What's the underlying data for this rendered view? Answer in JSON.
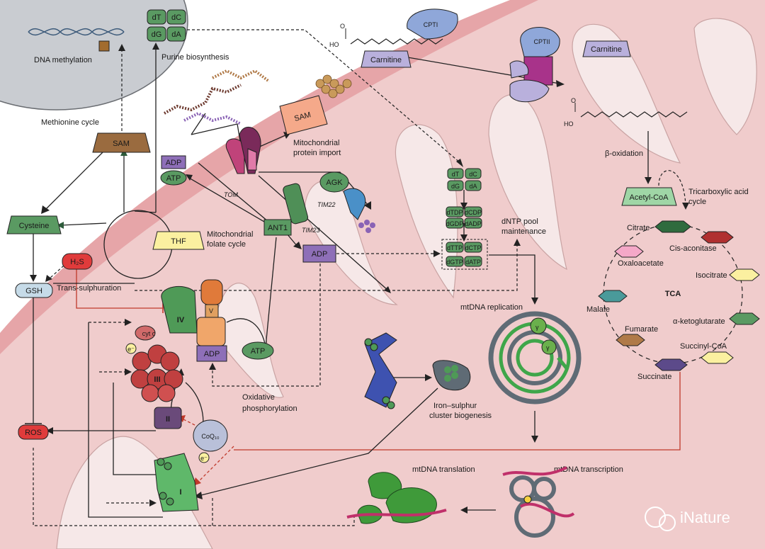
{
  "colors": {
    "cytoplasm": "#ffffff",
    "outer_membrane": "#e6a5a8",
    "matrix": "#f0cccc",
    "cristae": "#f6e8e8",
    "nucleus": "#c9ccd1",
    "green_box": "#5a9a62",
    "purple_box": "#8e6fb8",
    "yellow_box": "#fbf0a0",
    "brown_box": "#9a6b3f",
    "red_box": "#e03b3b",
    "lavender": "#b9b0dc",
    "light_green": "#9fd6a6"
  },
  "labels": {
    "dna_methylation": "DNA methylation",
    "methionine_cycle": "Methionine cycle",
    "sam_cyto": "SAM",
    "cysteine": "Cysteine",
    "h2s": "H₂S",
    "gsh": "GSH",
    "trans_sulphuration": "Trans-sulphuration",
    "ros": "ROS",
    "thf": "THF",
    "mito_folate_cycle_1": "Mitochondrial",
    "mito_folate_cycle_2": "folate cycle",
    "purine_biosynthesis": "Purine biosynthesis",
    "nt_dT": "dT",
    "nt_dC": "dC",
    "nt_dG": "dG",
    "nt_dA": "dA",
    "adp_top": "ADP",
    "atp_top": "ATP",
    "tom": "TOM",
    "sam_import": "SAM",
    "mito_protein_import_1": "Mitochondrial",
    "mito_protein_import_2": "protein import",
    "agk": "AGK",
    "tim22": "TIM22",
    "tim23": "TIM23",
    "ant1": "ANT1",
    "adp_mid": "ADP",
    "cpt1": "CPTI",
    "cpt2": "CPTII",
    "carnitine_1": "Carnitine",
    "carnitine_2": "Carnitine",
    "ho_1": "HO",
    "o_1": "O",
    "ho_2": "HO",
    "o_2": "O",
    "beta_oxidation": "β-oxidation",
    "acetyl_coa": "Acetyl-CoA",
    "tca_cycle_1": "Tricarboxylic acid",
    "tca_cycle_2": "cycle",
    "tca": "TCA",
    "citrate": "Citrate",
    "cis_aconitase": "Cis-aconitase",
    "isocitrate": "Isocitrate",
    "alpha_kg": "α-ketoglutarate",
    "succinyl_coa": "Succinyl-CoA",
    "succinate": "Succinate",
    "fumarate": "Fumarate",
    "malate": "Malate",
    "oxaloacetate": "Oxaloacetate",
    "dntp_pool_1": "dNTP pool",
    "dntp_pool_2": "maintenance",
    "mito_dT": "dT",
    "mito_dC": "dC",
    "mito_dG": "dG",
    "mito_dA": "dA",
    "dTDP": "dTDP",
    "dCDP": "dCDP",
    "dGDP": "dGDP",
    "dADP": "dADP",
    "dTTP": "dTTP",
    "dCTP": "dCTP",
    "dGTP": "dGTP",
    "dATP": "dATP",
    "mtdna_replication": "mtDNA replication",
    "gamma_1": "γ",
    "gamma_2": "γ",
    "iron_sulphur_1": "Iron–sulphur",
    "iron_sulphur_2": "cluster biogenesis",
    "mtdna_translation": "mtDNA translation",
    "mtdna_transcription": "mtDNA transcription",
    "complex_iv": "IV",
    "complex_iii": "III",
    "complex_ii": "II",
    "complex_i": "I",
    "complex_v": "V",
    "cyt_c": "cyt c",
    "e_1": "e⁻",
    "e_2": "e⁻",
    "coq10": "CoQ₁₀",
    "adp_ox": "ADP",
    "atp_ox": "ATP",
    "ox_phos_1": "Oxidative",
    "ox_phos_2": "phosphorylation",
    "watermark": "iNature"
  }
}
